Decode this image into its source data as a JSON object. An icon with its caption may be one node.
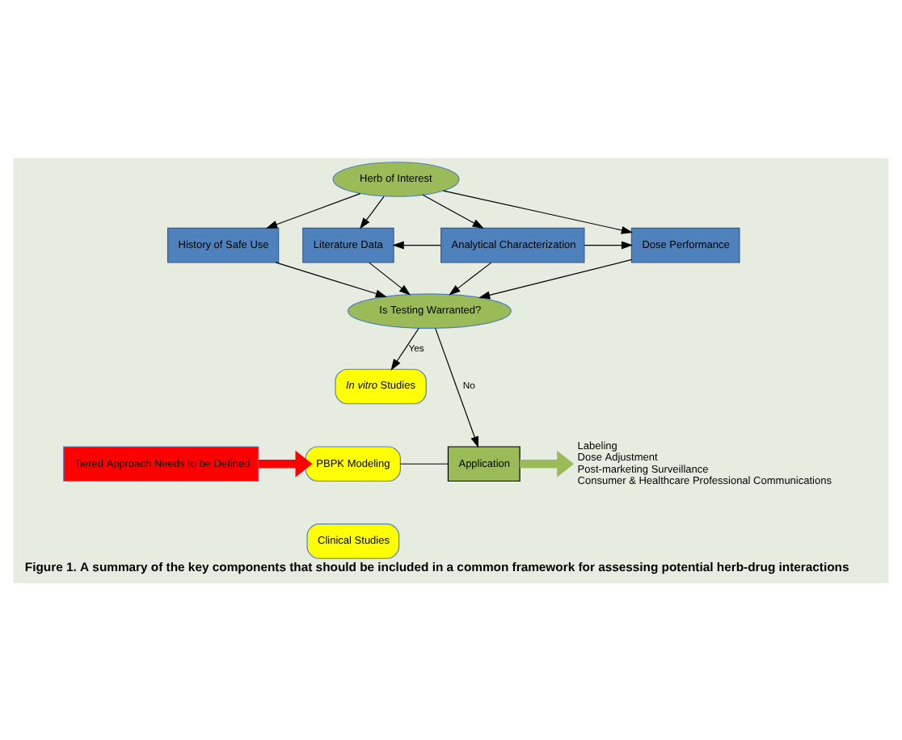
{
  "diagram": {
    "caption": "Figure 1. A summary of the key components that should be included in a common framework for assessing potential herb-drug interactions",
    "nodes": [
      {
        "text": [
          "Herb of Interest"
        ]
      },
      {
        "text": [
          "History of Safe Use"
        ]
      },
      {
        "text": [
          "Literature Data"
        ]
      },
      {
        "text": [
          "Analytical Characterization"
        ]
      },
      {
        "text": [
          "Dose Performance"
        ]
      },
      {
        "text": [
          "Is Testing Warranted?"
        ]
      },
      {
        "text": [
          "Tiered Approach Needs to be Defined"
        ]
      },
      {
        "text": [
          "*In vitro* Studies"
        ]
      },
      {
        "text": [
          "PBPK Modeling"
        ]
      },
      {
        "text": [
          "Clinical Studies"
        ]
      },
      {
        "text": [
          "Application"
        ]
      },
      {
        "text": [
          "Labeling",
          "Dose Adjustment",
          "Post-marketing Surveillance",
          "Consumer & Healthcare Professional Communications"
        ]
      }
    ],
    "edges": [
      {
        "from": 0,
        "to": 1,
        "arrow": "to"
      },
      {
        "from": 0,
        "to": 2,
        "arrow": "to"
      },
      {
        "from": 0,
        "to": 3,
        "arrow": "to"
      },
      {
        "from": 0,
        "to": 4,
        "arrow": "to"
      },
      {
        "from": 3,
        "to": 2,
        "arrow": "to"
      },
      {
        "from": 3,
        "to": 4,
        "arrow": "to"
      },
      {
        "from": 1,
        "to": 5,
        "arrow": "to"
      },
      {
        "from": 2,
        "to": 5,
        "arrow": "to"
      },
      {
        "from": 3,
        "to": 5,
        "arrow": "to"
      },
      {
        "from": 4,
        "to": 5,
        "arrow": "to"
      },
      {
        "from": 5,
        "to": 7,
        "arrow": "to",
        "label": "Yes"
      },
      {
        "from": 5,
        "to": 10,
        "arrow": "to",
        "label": "No"
      },
      {
        "from": 6,
        "to": 8,
        "arrow": "to",
        "style": "thick",
        "color": "#ff0000"
      },
      {
        "from": 8,
        "to": 10,
        "arrow": "none"
      },
      {
        "from": 10,
        "to": 11,
        "arrow": "to",
        "style": "thick",
        "color": "#9bbb59"
      }
    ]
  }
}
